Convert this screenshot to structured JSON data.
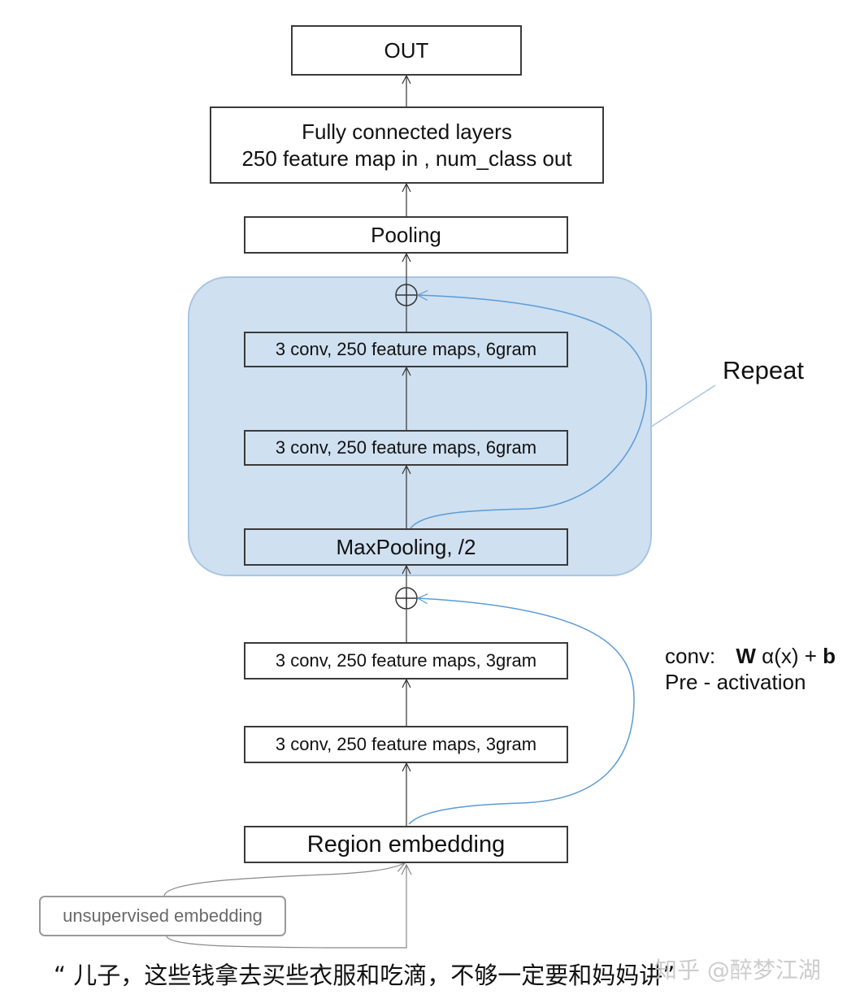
{
  "nodes": {
    "out": "OUT",
    "fc_line1": "Fully connected layers",
    "fc_line2": "250 feature map in , num_class out",
    "pooling": "Pooling",
    "conv6_top": "3 conv, 250 feature maps, 6gram",
    "conv6_bottom": "3 conv, 250 feature maps, 6gram",
    "maxpool": "MaxPooling, /2",
    "conv3_top": "3 conv, 250 feature maps, 3gram",
    "conv3_bottom": "3 conv, 250 feature maps, 3gram",
    "region": "Region embedding",
    "unsup": "unsupervised embedding"
  },
  "annotations": {
    "repeat": "Repeat",
    "conv_prefix": "conv:",
    "conv_W": "W",
    "conv_mid": "α(x) +",
    "conv_b": "b",
    "preact": "Pre - activation"
  },
  "caption": "“ 儿子，这些钱拿去买些衣服和吃滴，不够一定要和妈妈讲”",
  "watermark": "知乎 @醉梦江湖",
  "colors": {
    "repeat_fill": "#cfe0f1",
    "repeat_stroke": "#a9c5e3",
    "skip_line": "#5b9bd5",
    "box_border": "#3a3a3a"
  }
}
